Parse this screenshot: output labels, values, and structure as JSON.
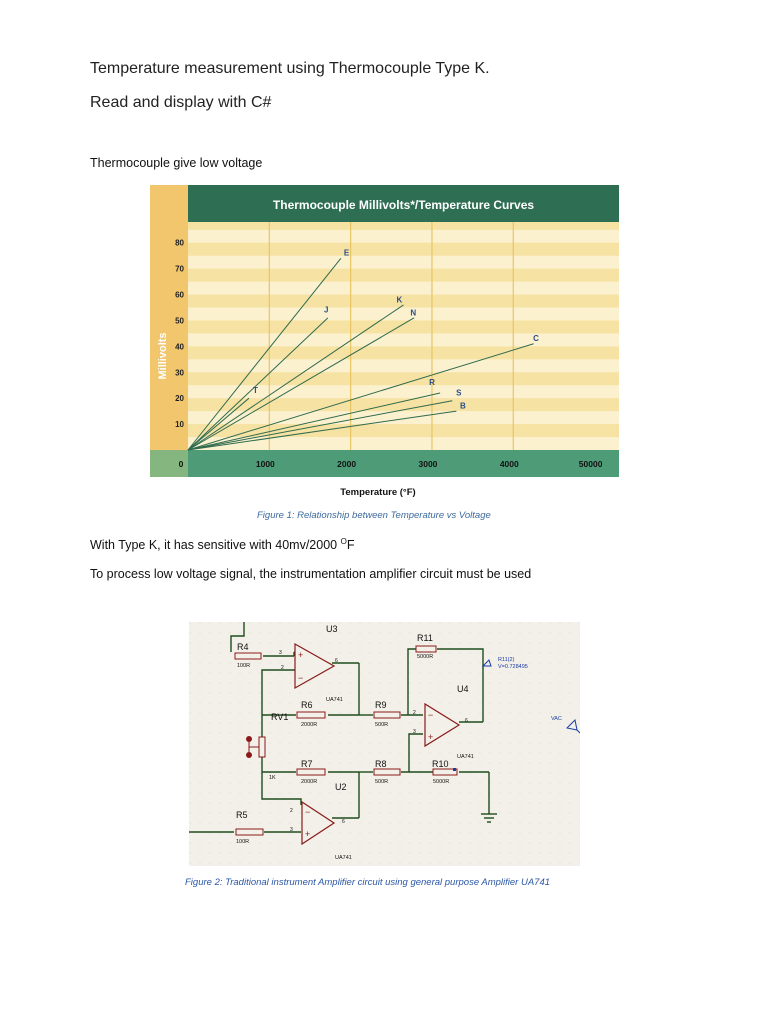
{
  "doc": {
    "title_line1": "Temperature measurement using Thermocouple Type K.",
    "title_line2": "Read and display with C#",
    "intro": "Thermocouple give low voltage",
    "fig1_caption": "Figure 1: Relationship between Temperature vs Voltage",
    "sensitivity_text": "With Type K, it has sensitive with  40mv/2000 ",
    "sensitivity_sup": "O",
    "sensitivity_unit": "F",
    "amp_text": "To process low voltage signal, the instrumentation amplifier circuit must be used",
    "fig2_caption": "Figure 2: Traditional instrument Amplifier circuit using general purpose Amplifier UA741"
  },
  "chart_data": {
    "type": "line",
    "title": "Thermocouple Millivolts*/Temperature Curves",
    "xlabel": "Temperature (°F)",
    "ylabel": "Millivolts",
    "xlim": [
      0,
      5300
    ],
    "ylim": [
      0,
      88
    ],
    "x_ticks": [
      "0",
      "1000",
      "2000",
      "3000",
      "4000",
      "50000"
    ],
    "y_ticks": [
      10,
      20,
      30,
      40,
      50,
      60,
      70,
      80
    ],
    "grid": true,
    "series": [
      {
        "name": "E",
        "x": [
          0,
          1880
        ],
        "y": [
          0,
          74
        ],
        "label_at": [
          1950,
          75
        ]
      },
      {
        "name": "J",
        "x": [
          0,
          1720
        ],
        "y": [
          0,
          51
        ],
        "label_at": [
          1700,
          53
        ]
      },
      {
        "name": "K",
        "x": [
          0,
          2650
        ],
        "y": [
          0,
          56
        ],
        "label_at": [
          2600,
          57
        ]
      },
      {
        "name": "N",
        "x": [
          0,
          2780
        ],
        "y": [
          0,
          51
        ],
        "label_at": [
          2770,
          52
        ]
      },
      {
        "name": "T",
        "x": [
          0,
          750
        ],
        "y": [
          0,
          20
        ],
        "label_at": [
          830,
          22
        ]
      },
      {
        "name": "C",
        "x": [
          0,
          4250
        ],
        "y": [
          0,
          41
        ],
        "label_at": [
          4280,
          42
        ]
      },
      {
        "name": "R",
        "x": [
          0,
          3100
        ],
        "y": [
          0,
          22
        ],
        "label_at": [
          3000,
          25
        ]
      },
      {
        "name": "S",
        "x": [
          0,
          3250
        ],
        "y": [
          0,
          19
        ],
        "label_at": [
          3330,
          21
        ]
      },
      {
        "name": "B",
        "x": [
          0,
          3300
        ],
        "y": [
          0,
          15
        ],
        "label_at": [
          3380,
          16
        ]
      }
    ],
    "colors": {
      "title_bar": "#2e6e53",
      "axis_band": "#4e9b78",
      "left_band": "#f2c66c",
      "stripe_light": "#fbf1cf",
      "stripe_dark": "#f6e2a2",
      "line": "#2f6a4e"
    }
  },
  "circuit": {
    "labels": {
      "u3": "U3",
      "u4": "U4",
      "u2": "U2",
      "r4": "R4",
      "r4v": "100R",
      "r5": "R5",
      "r5v": "100R",
      "r6": "R6",
      "r6v": "2000R",
      "r7": "R7",
      "r7v": "2000R",
      "r8": "R8",
      "r8v": "500R",
      "r9": "R9",
      "r9v": "500R",
      "r10": "R10",
      "r10v": "5000R",
      "r11": "R11",
      "r11v": "5000R",
      "rv1": "RV1",
      "rv1v": "1K",
      "ua_u3": "UA741",
      "ua_u4": "UA741",
      "ua_u2": "UA741",
      "probe_name": "R11(2)",
      "probe_value": "V=0.728495",
      "vac": "VAC",
      "pins": {
        "u3_in1": "3",
        "u3_in2": "2",
        "u3_out": "6",
        "u4_in1": "2",
        "u4_in2": "3",
        "u4_out": "6",
        "u2_in1": "2",
        "u2_in2": "3",
        "u2_out": "6"
      }
    }
  }
}
